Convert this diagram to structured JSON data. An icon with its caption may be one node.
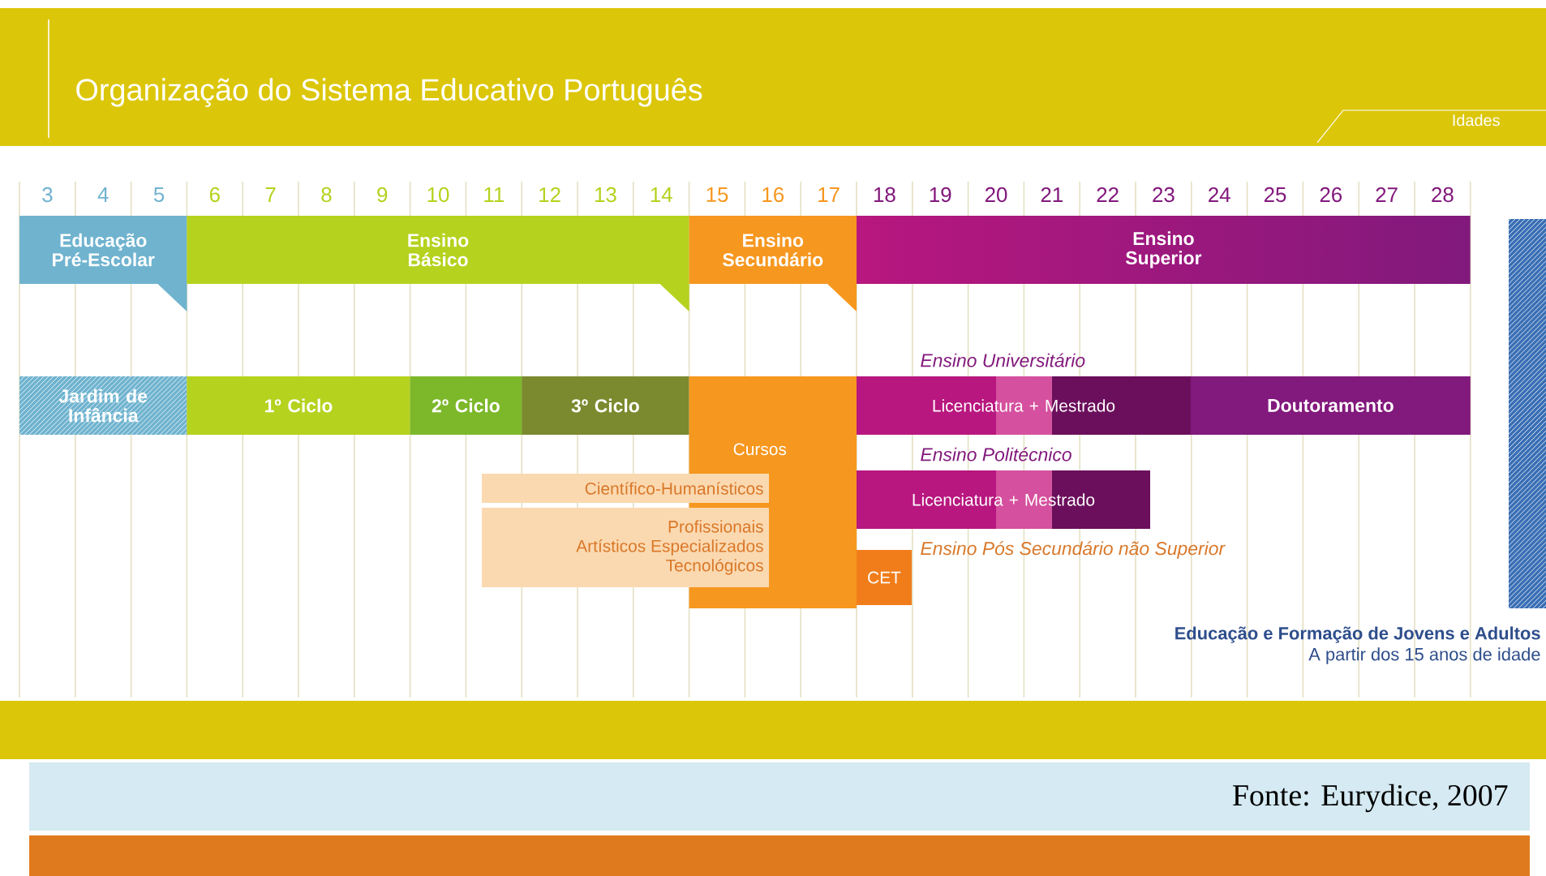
{
  "diagram": {
    "title": "Organização do Sistema Educativo Português",
    "caption": "Fonte: Eurydice, 2007",
    "nodes": [
      {
        "text": [
          "Educação Pré-Escolar"
        ]
      },
      {
        "text": [
          "Ensino Básico"
        ]
      },
      {
        "text": [
          "Ensino Secundário"
        ]
      },
      {
        "text": [
          "Ensino Superior"
        ]
      },
      {
        "text": [
          "Jardim de Infância"
        ]
      },
      {
        "text": [
          "1º Ciclo"
        ]
      },
      {
        "text": [
          "2º Ciclo"
        ]
      },
      {
        "text": [
          "3º Ciclo"
        ]
      },
      {
        "text": [
          "Cursos"
        ]
      },
      {
        "text": [
          "Científico-Humanísticos"
        ]
      },
      {
        "text": [
          "Profissionais",
          "Artísticos Especializados",
          "Tecnológicos"
        ]
      },
      {
        "text": [
          "Licenciatura + Mestrado"
        ]
      },
      {
        "text": [
          "Doutoramento"
        ]
      },
      {
        "text": [
          "Licenciatura + Mestrado"
        ]
      },
      {
        "text": [
          "CET"
        ]
      },
      {
        "text": [
          "Educação e Formação de Jovens e Adultos",
          "A partir dos 15 anos de idade"
        ]
      }
    ],
    "labels": [
      "Idades",
      "3",
      "4",
      "5",
      "6",
      "7",
      "8",
      "9",
      "10",
      "11",
      "12",
      "13",
      "14",
      "15",
      "16",
      "17",
      "18",
      "19",
      "20",
      "21",
      "22",
      "23",
      "24",
      "25",
      "26",
      "27",
      "28",
      "Ensino Universitário",
      "Ensino Politécnico",
      "Ensino Pós Secundário não Superior"
    ]
  }
}
